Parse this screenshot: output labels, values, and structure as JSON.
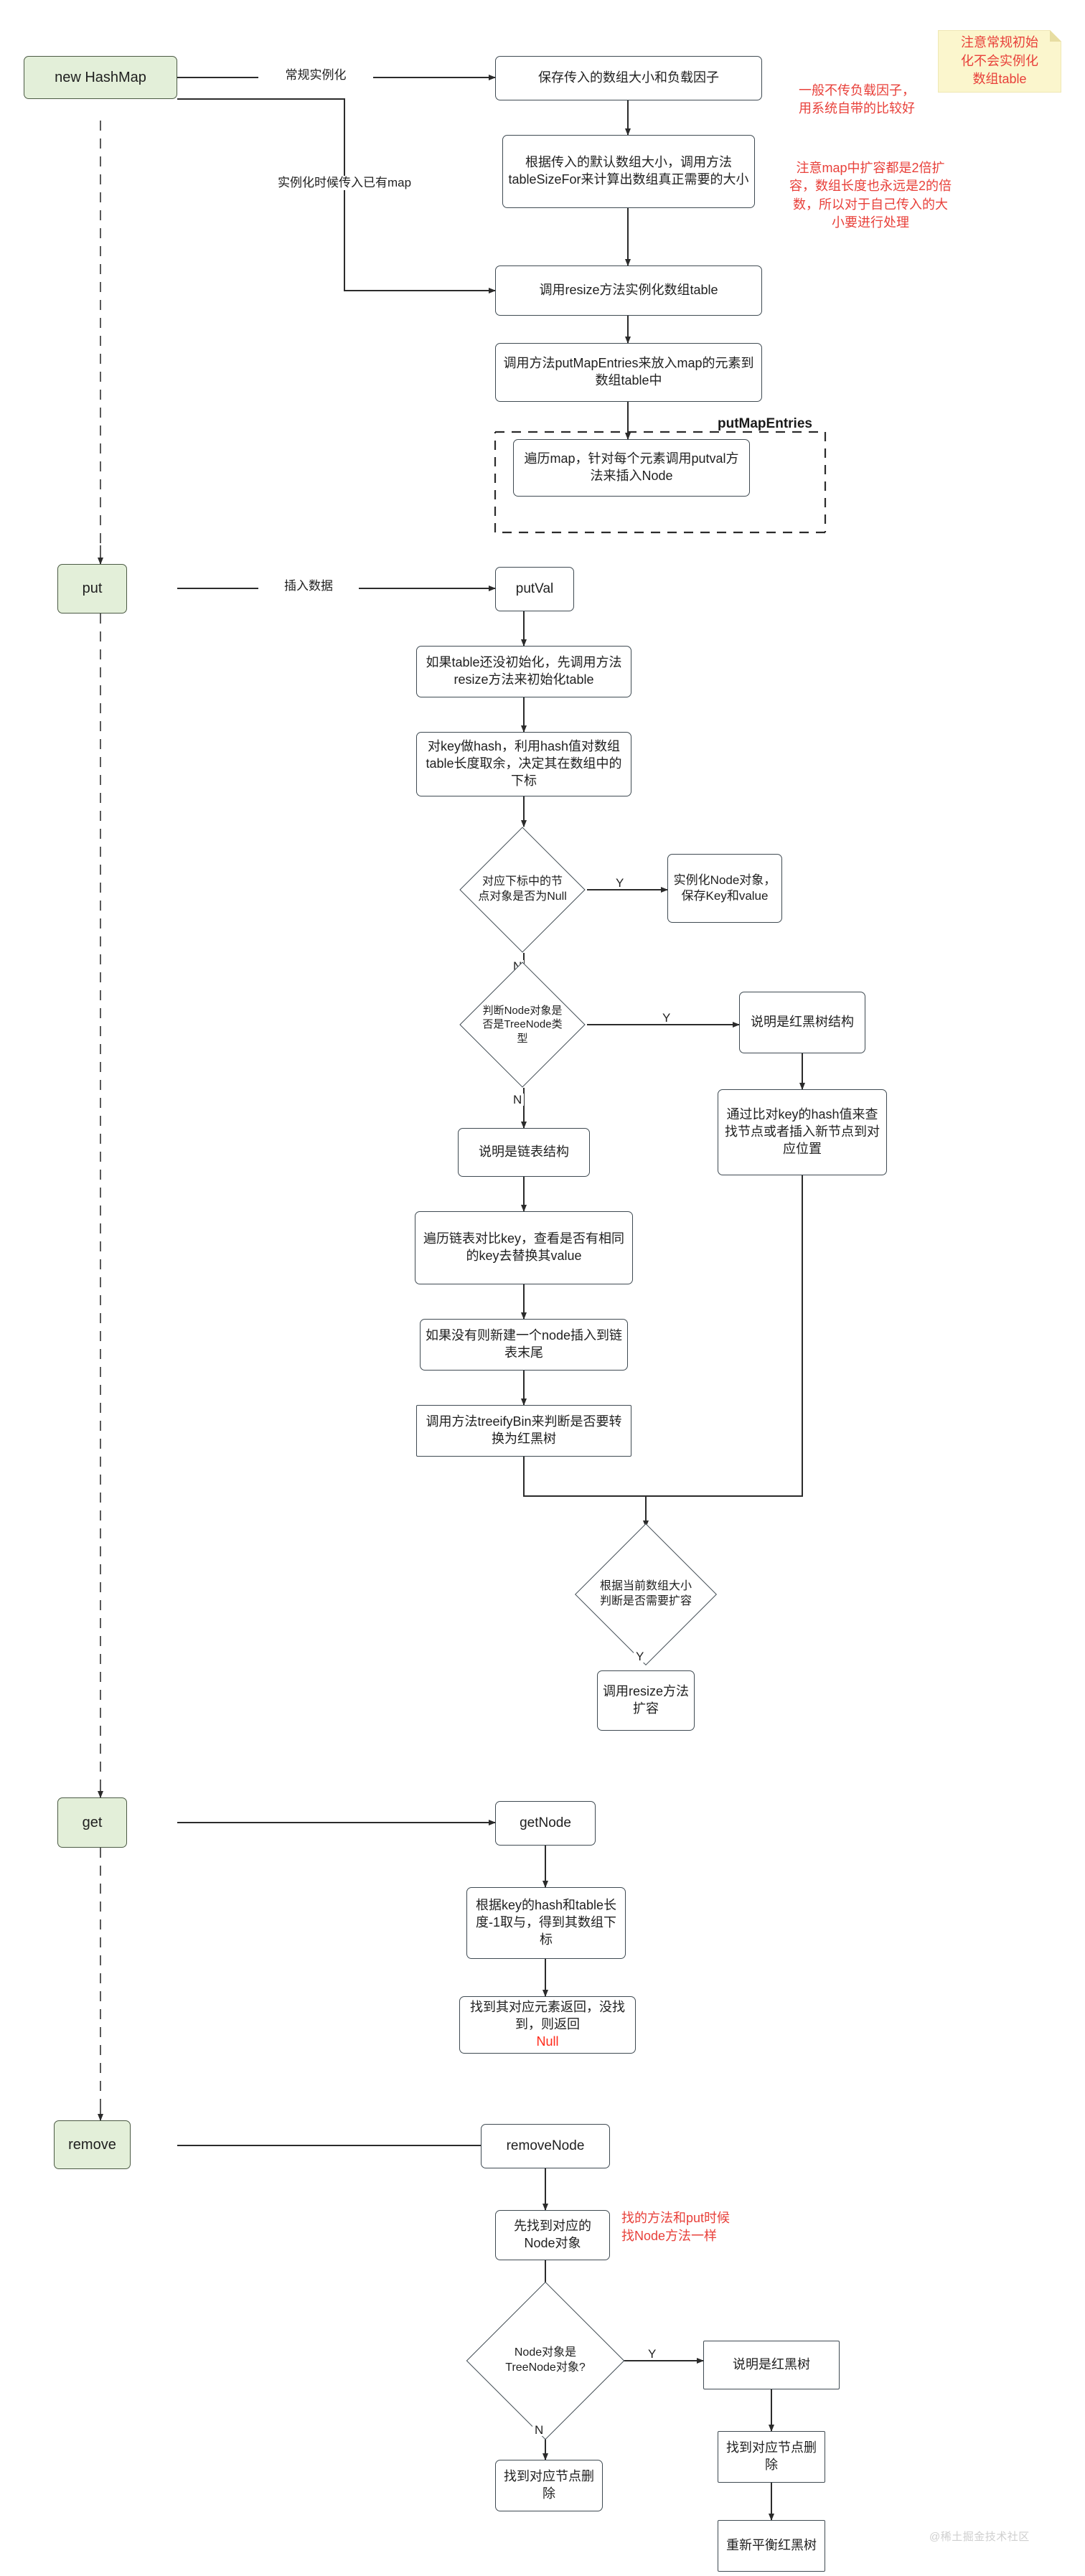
{
  "diagram": {
    "title_watermark": "@稀土掘金技术社区",
    "colors": {
      "lifeline_node_fill": "#e3efd9",
      "node_stroke": "#3f4a52",
      "note_red": "#e8403a",
      "note_yellow_bg": "#fbf6cd",
      "inline_red": "#ff2a1a"
    },
    "lifelines": [
      {
        "id": "new-hashmap",
        "label": "new HashMap"
      },
      {
        "id": "put",
        "label": "put"
      },
      {
        "id": "get",
        "label": "get"
      },
      {
        "id": "remove",
        "label": "remove"
      }
    ],
    "edge_labels": {
      "normal_instantiate": "常规实例化",
      "instantiate_with_map": "实例化时候传入已有map",
      "insert_data": "插入数据"
    },
    "branch_labels": {
      "yes": "Y",
      "no": "N"
    },
    "group_labels": {
      "put_map_entries": "putMapEntries"
    },
    "constructor_flow": [
      {
        "id": "save-params",
        "text": "保存传入的数组大小和负载因子"
      },
      {
        "id": "table-size-for",
        "text": "根据传入的默认数组大小，调用方法tableSizeFor来计算出数组真正需要的大小"
      },
      {
        "id": "resize-init-table",
        "text": "调用resize方法实例化数组table"
      },
      {
        "id": "put-map-entries",
        "text": "调用方法putMapEntries来放入map的元素到数组table中"
      },
      {
        "id": "iterate-map-putval",
        "text": "遍历map，针对每个元素调用putval方法来插入Node"
      }
    ],
    "put_flow": {
      "entry": {
        "id": "putval",
        "text": "putVal"
      },
      "steps": [
        {
          "id": "init-table-if-null",
          "text": "如果table还没初始化，先调用方法resize方法来初始化table"
        },
        {
          "id": "hash-key-index",
          "text": "对key做hash，利用hash值对数组table长度取余，决定其在数组中的下标"
        }
      ],
      "decision_null": {
        "id": "is-node-null",
        "text": "对应下标中的节点对象是否为Null"
      },
      "null_yes": {
        "id": "new-node-save-kv",
        "text": "实例化Node对象，保存Key和value"
      },
      "decision_treenode": {
        "id": "is-treenode",
        "text": "判断Node对象是否是TreeNode类型"
      },
      "treenode_yes": {
        "id": "is-rbtree",
        "text": "说明是红黑树结构"
      },
      "treenode_yes_next": {
        "id": "compare-hash-insert",
        "text": "通过比对key的hash值来查找节点或者插入新节点到对应位置"
      },
      "treenode_no": [
        {
          "id": "is-linkedlist",
          "text": "说明是链表结构"
        },
        {
          "id": "iterate-list-replace",
          "text": "遍历链表对比key，查看是否有相同的key去替换其value"
        },
        {
          "id": "new-node-append",
          "text": "如果没有则新建一个node插入到链表末尾"
        },
        {
          "id": "treeify-bin",
          "text": "调用方法treeifyBin来判断是否要转换为红黑树"
        }
      ],
      "decision_resize": {
        "id": "need-resize",
        "text": "根据当前数组大小判断是否需要扩容"
      },
      "resize_yes": {
        "id": "call-resize",
        "text": "调用resize方法扩容"
      }
    },
    "get_flow": {
      "entry": {
        "id": "getnode",
        "text": "getNode"
      },
      "steps": [
        {
          "id": "hash-and-index",
          "text": "根据key的hash和table长度-1取与，得到其数组下标"
        }
      ],
      "result": {
        "id": "return-or-null",
        "prefix": "找到其对应元素返回，没找到，则返回",
        "highlight": "Null"
      }
    },
    "remove_flow": {
      "entry": {
        "id": "removenode",
        "text": "removeNode"
      },
      "steps": [
        {
          "id": "find-node-first",
          "text": "先找到对应的Node对象"
        }
      ],
      "decision_treenode": {
        "id": "remove-is-treenode",
        "text": "Node对象是TreeNode对象?"
      },
      "treenode_yes": [
        {
          "id": "remove-is-rbtree",
          "text": "说明是红黑树"
        },
        {
          "id": "remove-find-delete-tree",
          "text": "找到对应节点删除"
        },
        {
          "id": "rebalance-rbtree",
          "text": "重新平衡红黑树"
        }
      ],
      "treenode_no": [
        {
          "id": "remove-find-delete-list",
          "text": "找到对应节点删除"
        }
      ]
    },
    "notes": [
      {
        "id": "note-load-factor",
        "text": "一般不传负载因子，\n用系统自带的比较好"
      },
      {
        "id": "note-no-table-init",
        "text": "注意常规初始\n化不会实例化\n数组table"
      },
      {
        "id": "note-double-capacity",
        "text": "注意map中扩容都是2倍扩\n容，数组长度也永远是2的倍\n数，所以对于自己传入的大\n小要进行处理"
      },
      {
        "id": "note-same-as-put",
        "text": "找的方法和put时候\n找Node方法一样"
      }
    ]
  }
}
